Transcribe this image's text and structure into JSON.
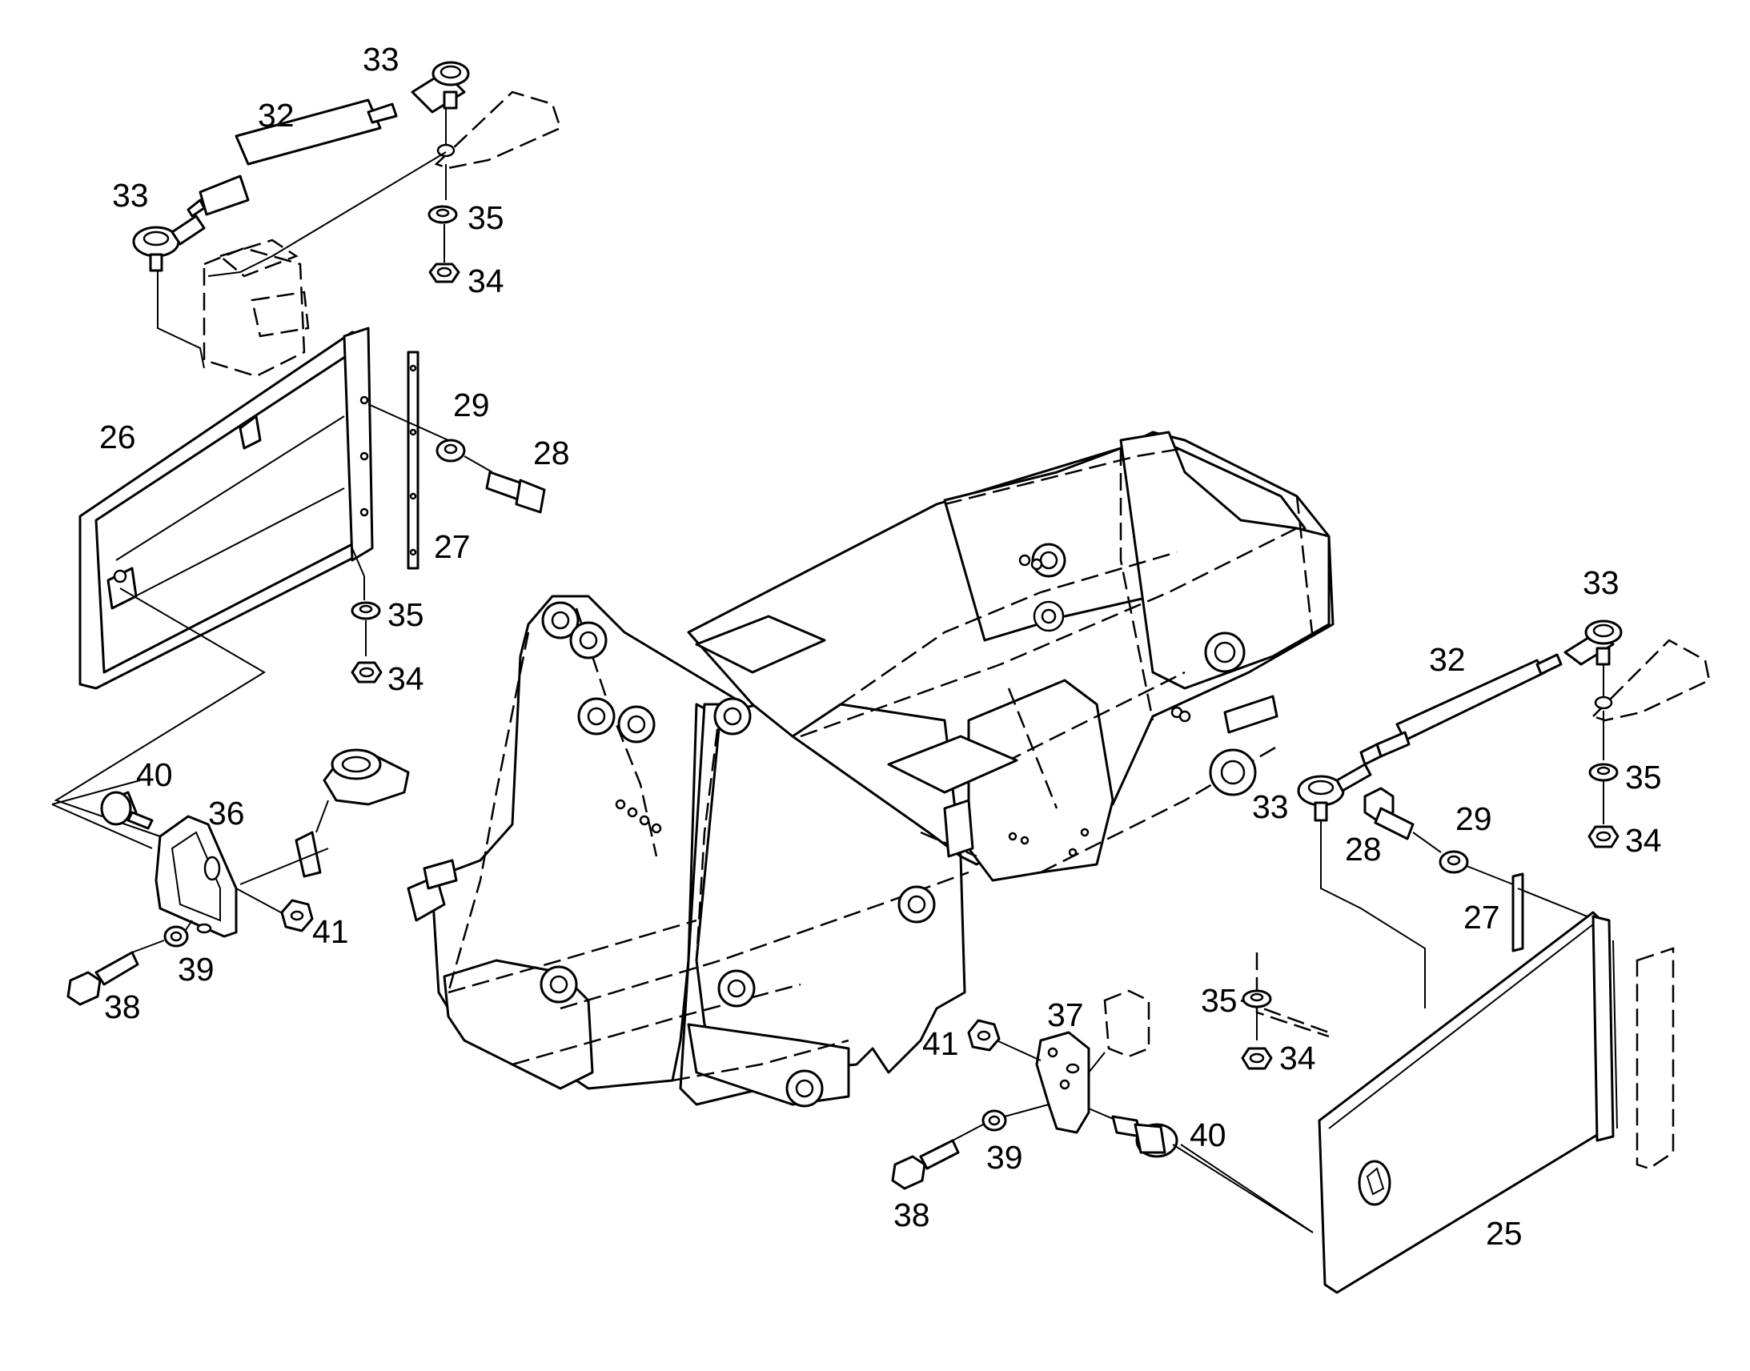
{
  "diagram": {
    "callouts": {
      "c33_top": "33",
      "c32_top": "32",
      "c33_left": "33",
      "c35_top": "35",
      "c34_top": "34",
      "c26": "26",
      "c29_left": "29",
      "c28_left": "28",
      "c27_left": "27",
      "c35_mid": "35",
      "c34_mid": "34",
      "c40_left": "40",
      "c36": "36",
      "c41_left": "41",
      "c39_left": "39",
      "c38_left": "38",
      "c33_right_top": "33",
      "c32_right": "32",
      "c35_right": "35",
      "c34_right": "34",
      "c33_right": "33",
      "c28_right": "28",
      "c29_right": "29",
      "c27_right": "27",
      "c35_low": "35",
      "c34_low": "34",
      "c37": "37",
      "c41_right": "41",
      "c40_right": "40",
      "c39_right": "39",
      "c38_right": "38",
      "c25": "25"
    }
  }
}
